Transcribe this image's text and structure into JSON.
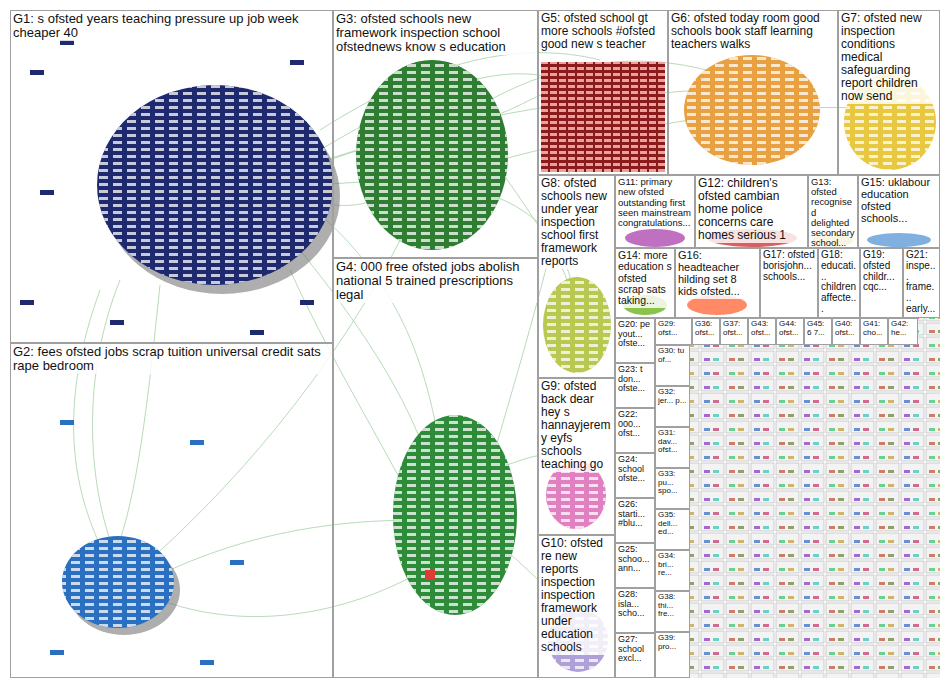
{
  "diagram": {
    "nodes": [
      {
        "text": [
          "G1: s ofsted years teaching pressure up job week cheaper 40"
        ]
      },
      {
        "text": [
          "G3: ofsted schools new framework inspection school ofstednews know s education"
        ]
      },
      {
        "text": [
          "G5: ofsted school gt more schools #ofsted good new s teacher"
        ]
      },
      {
        "text": [
          "G6: ofsted today room good schools book staff learning teachers walks"
        ]
      },
      {
        "text": [
          "G7: ofsted new inspection conditions medical safeguarding report children now send"
        ]
      },
      {
        "text": [
          "G8: ofsted schools new under year inspection school first framework reports"
        ]
      },
      {
        "text": [
          "G11: primary new ofsted outstanding first seen mainstream congratulations..."
        ]
      },
      {
        "text": [
          "G12: children's ofsted cambian home police concerns care homes serious 1"
        ]
      },
      {
        "text": [
          "G13: ofsted recognised delighted secondary school..."
        ]
      },
      {
        "text": [
          "G15: uklabour education ofsted schools..."
        ]
      },
      {
        "text": [
          "G14: more education s ofsted scrap sats taking..."
        ]
      },
      {
        "text": [
          "G16: headteacher hilding set 8 kids ofsted..."
        ]
      },
      {
        "text": [
          "G17: ofsted borisjohn... schools..."
        ]
      },
      {
        "text": [
          "G18: educati... children affecte..."
        ]
      },
      {
        "text": [
          "G19: ofsted childr... cqc..."
        ]
      },
      {
        "text": [
          "G21: inspe... frame... early..."
        ]
      },
      {
        "text": [
          "G20: pe yout... ofste..."
        ]
      },
      {
        "text": [
          "G29: ofst..."
        ]
      },
      {
        "text": [
          "G36: ofst..."
        ]
      },
      {
        "text": [
          "G37: ofst..."
        ]
      },
      {
        "text": [
          "G43: ofst..."
        ]
      },
      {
        "text": [
          "G44: ofst..."
        ]
      },
      {
        "text": [
          "G45: 6 7..."
        ]
      },
      {
        "text": [
          "G40: ofst..."
        ]
      },
      {
        "text": [
          "G41: cho..."
        ]
      },
      {
        "text": [
          "G42: he..."
        ]
      },
      {
        "text": [
          "G30: tu of..."
        ]
      },
      {
        "text": [
          "G23: t don... ofste..."
        ]
      },
      {
        "text": [
          "G22: 000... ofst..."
        ]
      },
      {
        "text": [
          "G24: school ofste..."
        ]
      },
      {
        "text": [
          "G26: starti... #blu..."
        ]
      },
      {
        "text": [
          "G25: schoo... ann..."
        ]
      },
      {
        "text": [
          "G28: isla... scho..."
        ]
      },
      {
        "text": [
          "G27: school excl..."
        ]
      },
      {
        "text": [
          "G32: jer... p..."
        ]
      },
      {
        "text": [
          "G31: dav... ofst..."
        ]
      },
      {
        "text": [
          "G33: pu... spo..."
        ]
      },
      {
        "text": [
          "G35: dell... ed..."
        ]
      },
      {
        "text": [
          "G34: bri... re..."
        ]
      },
      {
        "text": [
          "G38: thi... fre..."
        ]
      },
      {
        "text": [
          "G39: pro..."
        ]
      },
      {
        "text": [
          "G2: fees ofsted jobs scrap tuition universal credit sats rape bedroom"
        ]
      },
      {
        "text": [
          "G4: 000 free ofsted jobs abolish national 5 trained prescriptions legal"
        ]
      },
      {
        "text": [
          "G9: ofsted back dear hey s hannayjeremy eyfs schools teaching go"
        ]
      },
      {
        "text": [
          "G10: ofsted re new reports inspection inspection framework under education schools"
        ]
      }
    ]
  }
}
